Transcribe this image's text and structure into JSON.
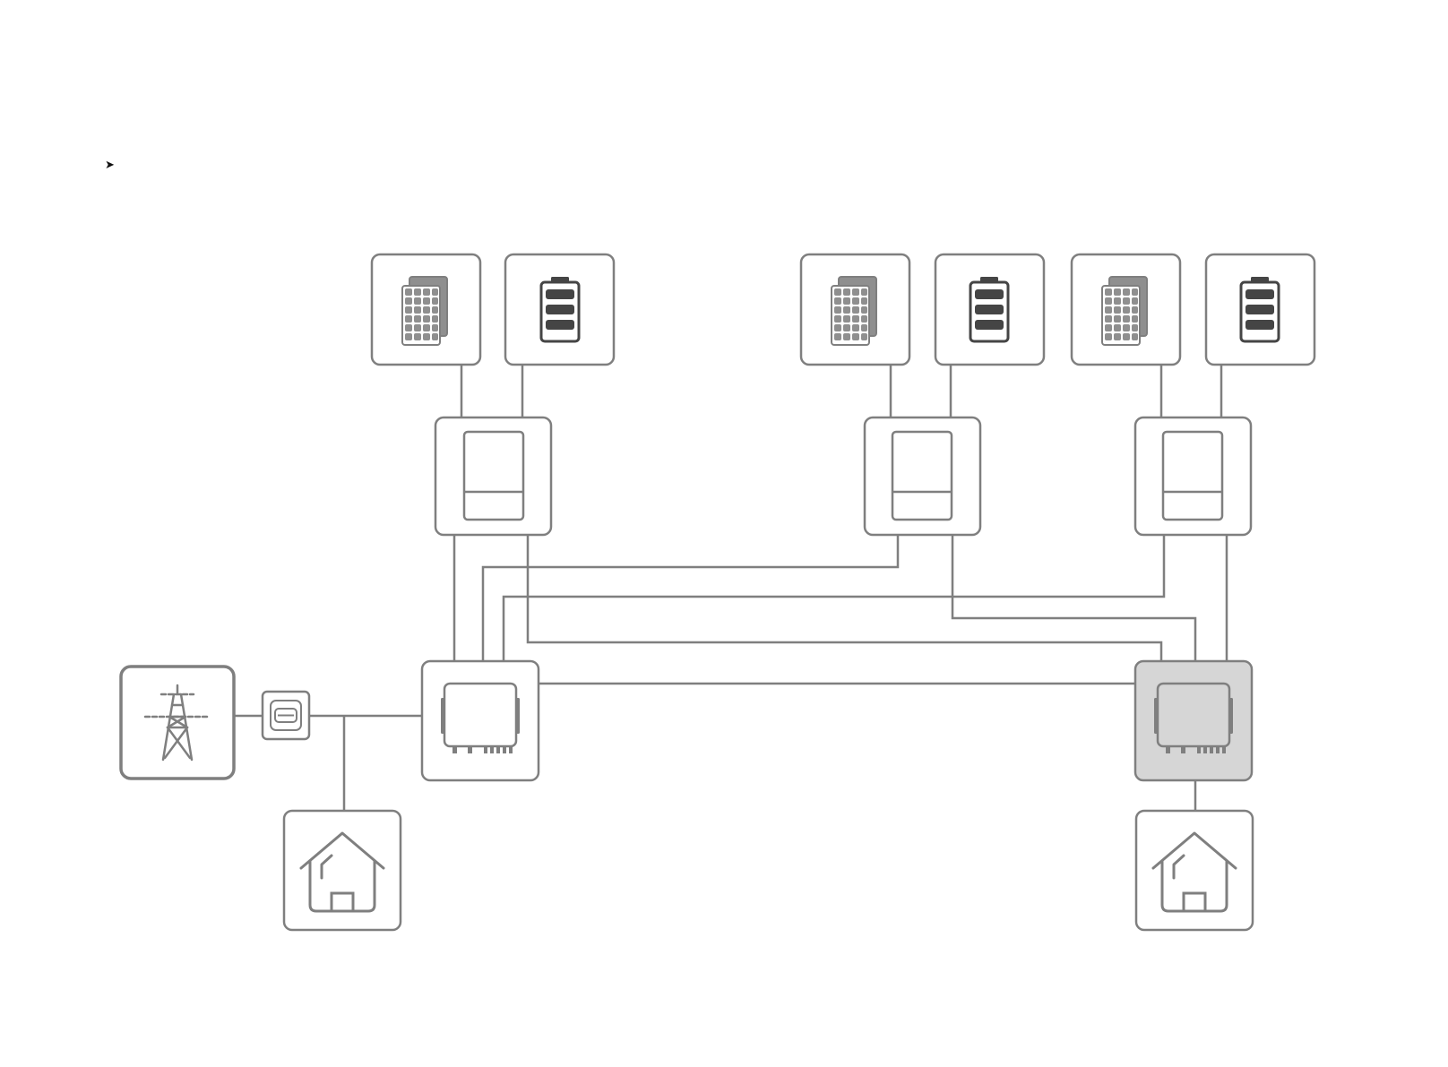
{
  "diagram": {
    "title": "",
    "colors": {
      "stroke": "#7f7f7f",
      "icon_dark": "#454545",
      "panel_fill": "#8f8f8f",
      "highlight_fill": "#d6d6d6",
      "background": "#ffffff"
    },
    "nodes": [
      {
        "id": "grid",
        "label": "",
        "icon": "power-pylon-icon"
      },
      {
        "id": "meter",
        "label": "",
        "icon": "energy-meter-icon"
      },
      {
        "id": "house-left",
        "label": "",
        "icon": "house-icon"
      },
      {
        "id": "house-right",
        "label": "",
        "icon": "house-icon"
      },
      {
        "id": "inverter-primary",
        "label": "",
        "icon": "inverter-icon"
      },
      {
        "id": "inverter-secondary",
        "label": "",
        "icon": "inverter-icon",
        "highlighted": true
      },
      {
        "id": "box-1",
        "label": "",
        "icon": "connection-box-icon"
      },
      {
        "id": "box-2",
        "label": "",
        "icon": "connection-box-icon"
      },
      {
        "id": "box-3",
        "label": "",
        "icon": "connection-box-icon"
      },
      {
        "id": "pv-1",
        "label": "",
        "icon": "solar-panel-icon"
      },
      {
        "id": "battery-1",
        "label": "",
        "icon": "battery-icon"
      },
      {
        "id": "pv-2",
        "label": "",
        "icon": "solar-panel-icon"
      },
      {
        "id": "battery-2",
        "label": "",
        "icon": "battery-icon"
      },
      {
        "id": "pv-3",
        "label": "",
        "icon": "solar-panel-icon"
      },
      {
        "id": "battery-3",
        "label": "",
        "icon": "battery-icon"
      }
    ],
    "edges": [
      {
        "from": "pv-1",
        "to": "box-1"
      },
      {
        "from": "battery-1",
        "to": "box-1"
      },
      {
        "from": "pv-2",
        "to": "box-2"
      },
      {
        "from": "battery-2",
        "to": "box-2"
      },
      {
        "from": "pv-3",
        "to": "box-3"
      },
      {
        "from": "battery-3",
        "to": "box-3"
      },
      {
        "from": "box-1",
        "to": "inverter-primary"
      },
      {
        "from": "box-2",
        "to": "inverter-primary"
      },
      {
        "from": "box-3",
        "to": "inverter-primary"
      },
      {
        "from": "box-1",
        "to": "inverter-secondary"
      },
      {
        "from": "box-2",
        "to": "inverter-secondary"
      },
      {
        "from": "box-3",
        "to": "inverter-secondary"
      },
      {
        "from": "inverter-primary",
        "to": "inverter-secondary"
      },
      {
        "from": "grid",
        "to": "meter"
      },
      {
        "from": "meter",
        "to": "inverter-primary"
      },
      {
        "from": "meter",
        "to": "house-left"
      },
      {
        "from": "inverter-secondary",
        "to": "house-right"
      }
    ]
  },
  "cursor": {
    "icon": "pointer-arrow-icon",
    "glyph": "➤"
  }
}
